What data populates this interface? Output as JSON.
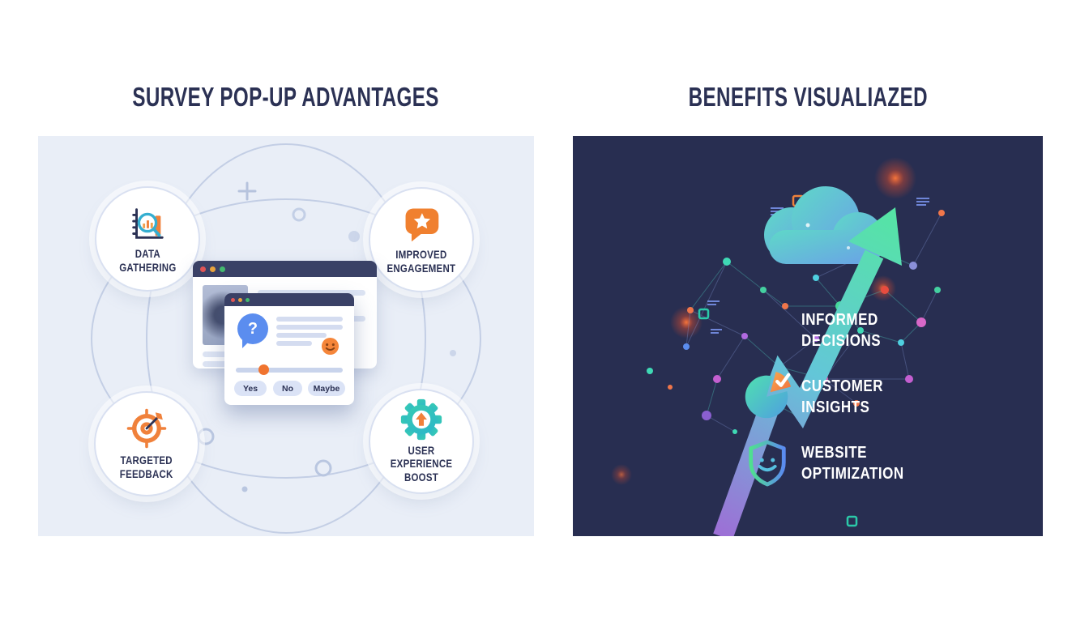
{
  "left_section": {
    "title": "SURVEY POP-UP ADVANTAGES",
    "advantages": [
      {
        "id": "data-gathering",
        "label": "DATA\nGATHERING",
        "icon": "bar-chart-magnifier-icon"
      },
      {
        "id": "improved-engagement",
        "label": "IMPROVED\nENGAGEMENT",
        "icon": "speech-bubble-star-icon"
      },
      {
        "id": "targeted-feedback",
        "label": "TARGETED\nFEEDBACK",
        "icon": "target-dart-icon"
      },
      {
        "id": "user-experience-boost",
        "label": "USER\nEXPERIENCE\nBOOST",
        "icon": "gear-up-arrow-icon"
      }
    ],
    "browser_mockup": {
      "popup": {
        "question_mark": "?",
        "icons": [
          "question-bubble-icon",
          "smiley-face-icon",
          "rating-slider"
        ],
        "buttons": [
          {
            "label": "Yes"
          },
          {
            "label": "No"
          },
          {
            "label": "Maybe"
          }
        ]
      }
    }
  },
  "right_section": {
    "title": "BENEFITS VISUALIAZED",
    "graphic": "growth-arrow-cloud-network",
    "benefits": [
      {
        "id": "informed-decisions",
        "label": "INFORMED\nDECISIONS",
        "icon": "growth-arrow-cloud-icon"
      },
      {
        "id": "customer-insights",
        "label": "CUSTOMER\nINSIGHTS",
        "icon": "pie-chart-check-icon"
      },
      {
        "id": "website-optimization",
        "label": "WEBSITE\nOPTIMIZATION",
        "icon": "shield-smiley-icon"
      }
    ]
  },
  "colors": {
    "navy_text": "#2b3154",
    "panel_light": "#e9eef7",
    "panel_dark": "#282e51",
    "accent_orange": "#f07a3a",
    "accent_blue": "#5b8def",
    "accent_teal": "#3fd9b5",
    "arrow_gradient": [
      "#9d6fd6",
      "#63c6d8",
      "#55e5a3"
    ],
    "traffic_dots": [
      "#e05555",
      "#e8a23d",
      "#43b96e"
    ]
  }
}
